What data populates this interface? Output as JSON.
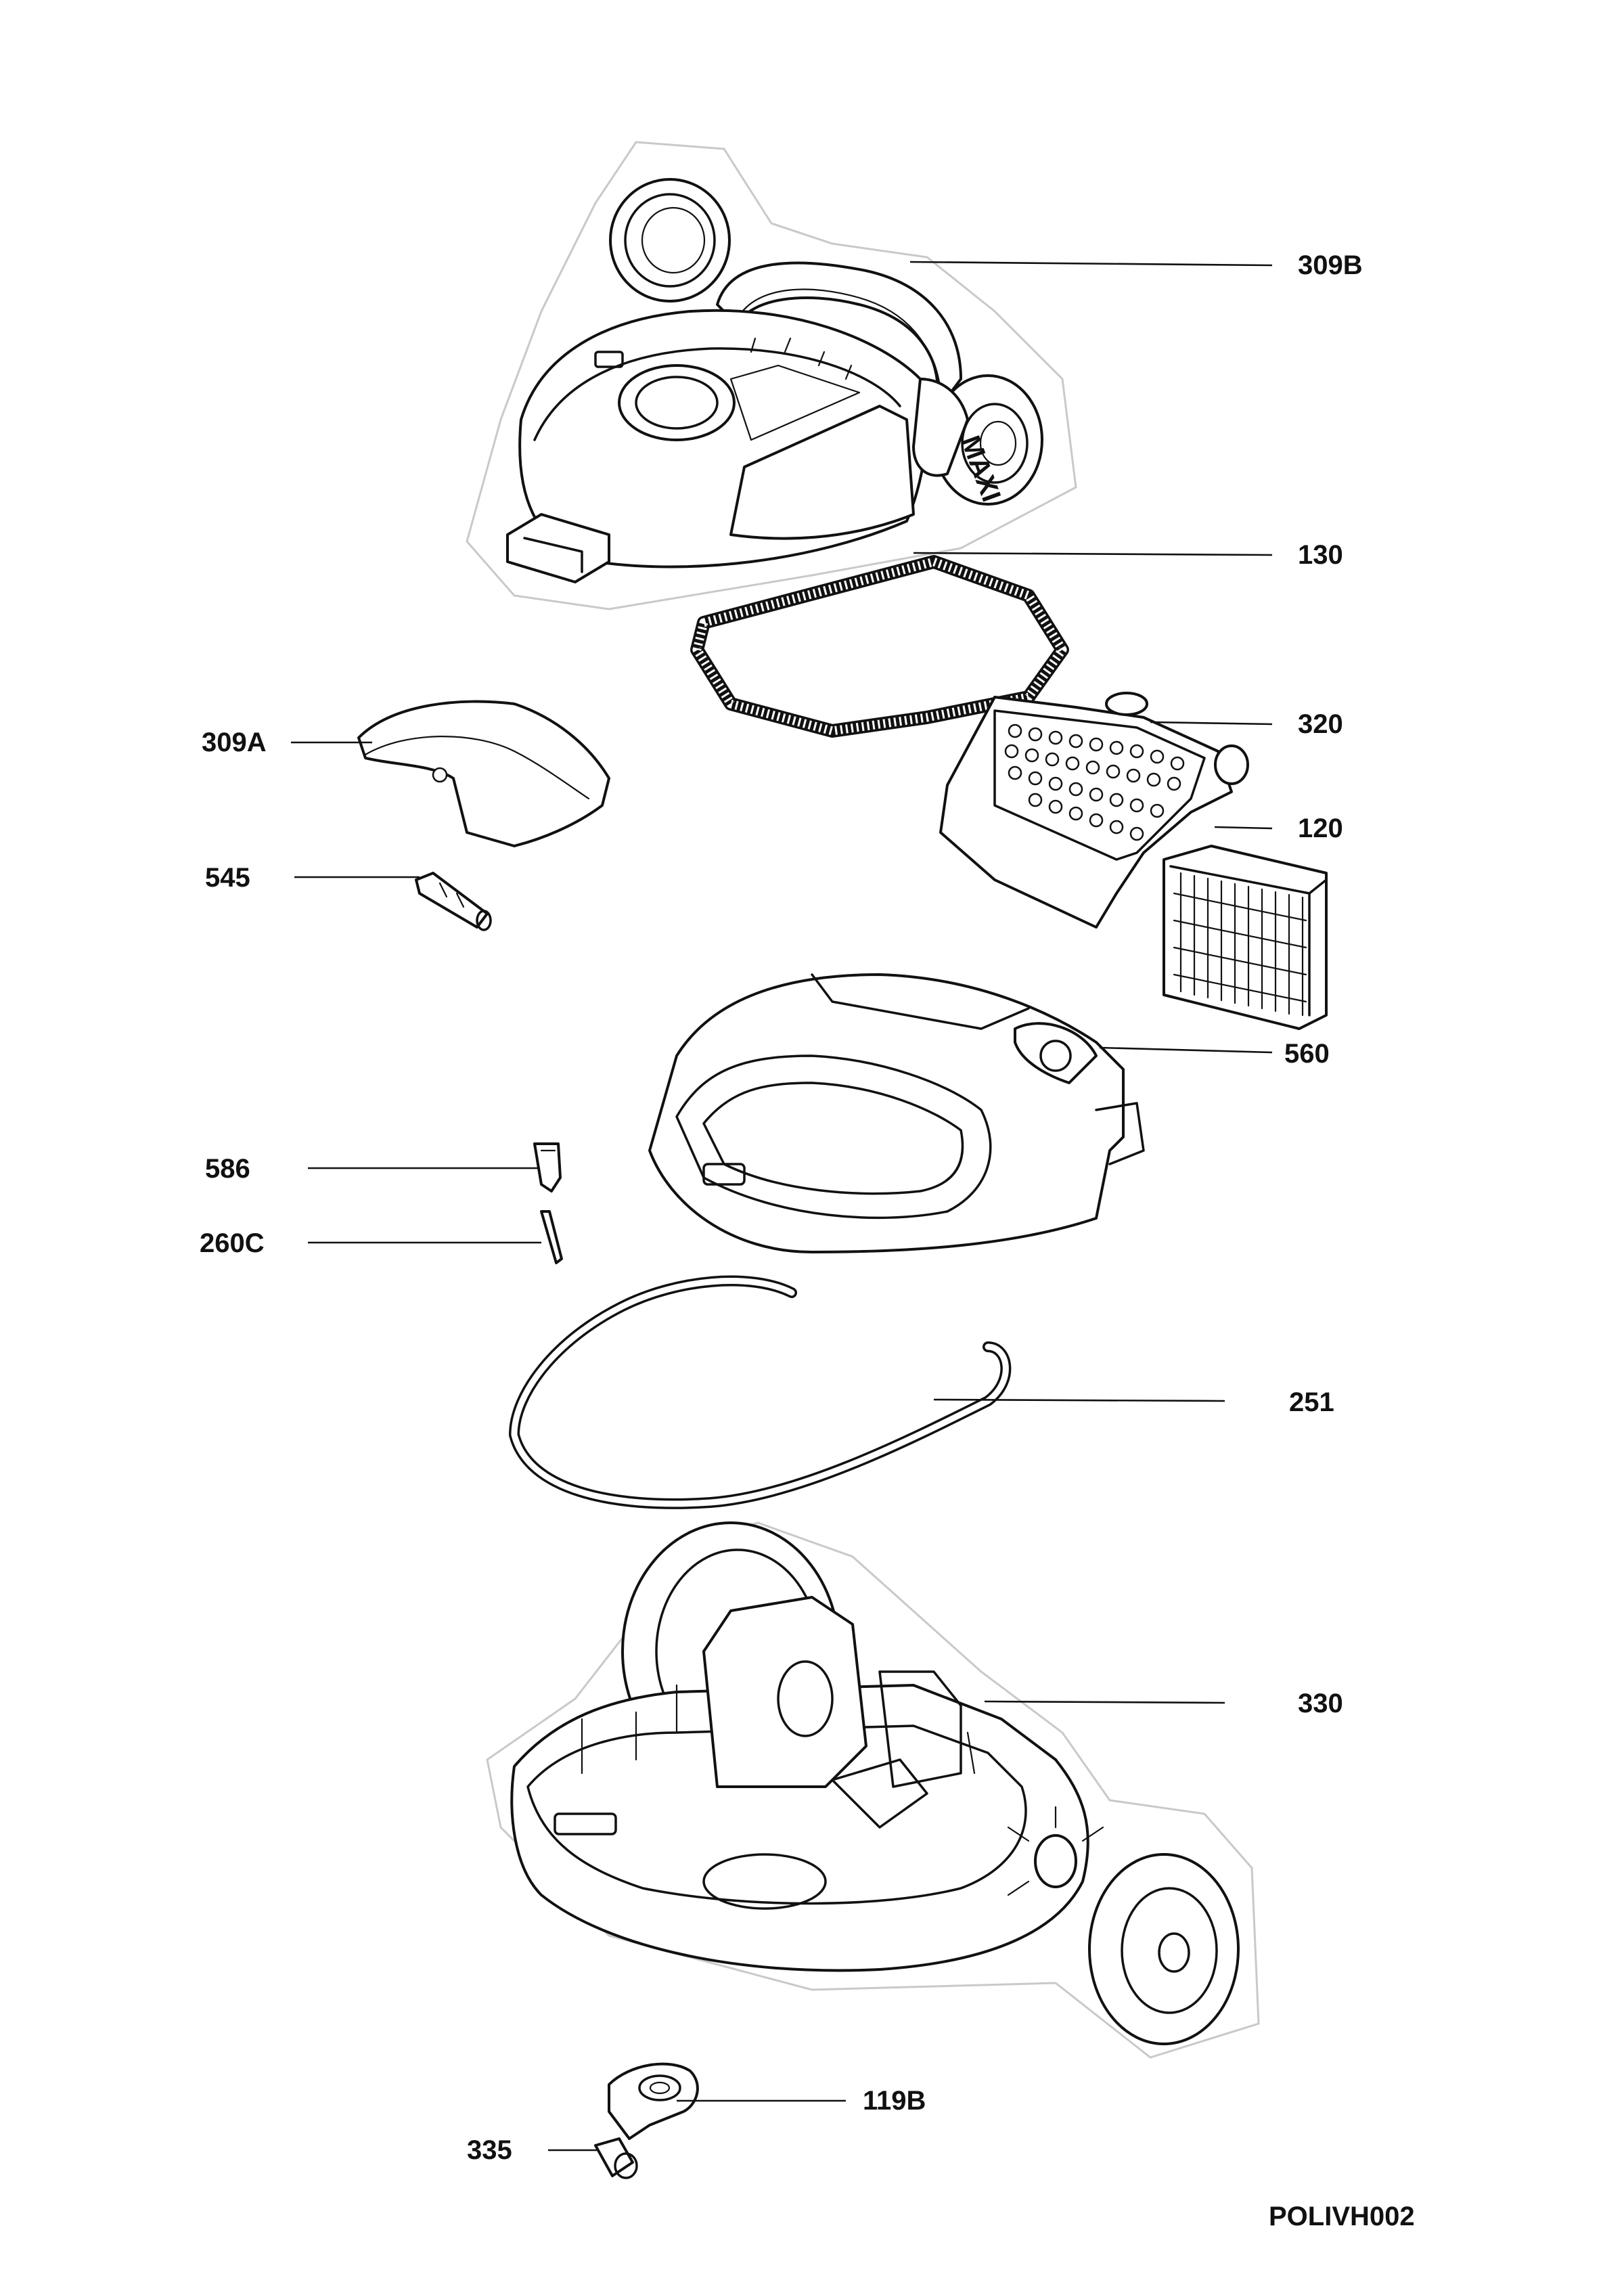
{
  "drawing_code": "POLIVH002",
  "parts": [
    {
      "id": "309B"
    },
    {
      "id": "130"
    },
    {
      "id": "309A"
    },
    {
      "id": "320"
    },
    {
      "id": "545"
    },
    {
      "id": "120"
    },
    {
      "id": "560"
    },
    {
      "id": "586"
    },
    {
      "id": "260C"
    },
    {
      "id": "251"
    },
    {
      "id": "330"
    },
    {
      "id": "119B"
    },
    {
      "id": "335"
    }
  ],
  "marking": "MAXI",
  "colors": {
    "line": "#111111",
    "halo": "#c9c9c9",
    "background": "#ffffff"
  }
}
